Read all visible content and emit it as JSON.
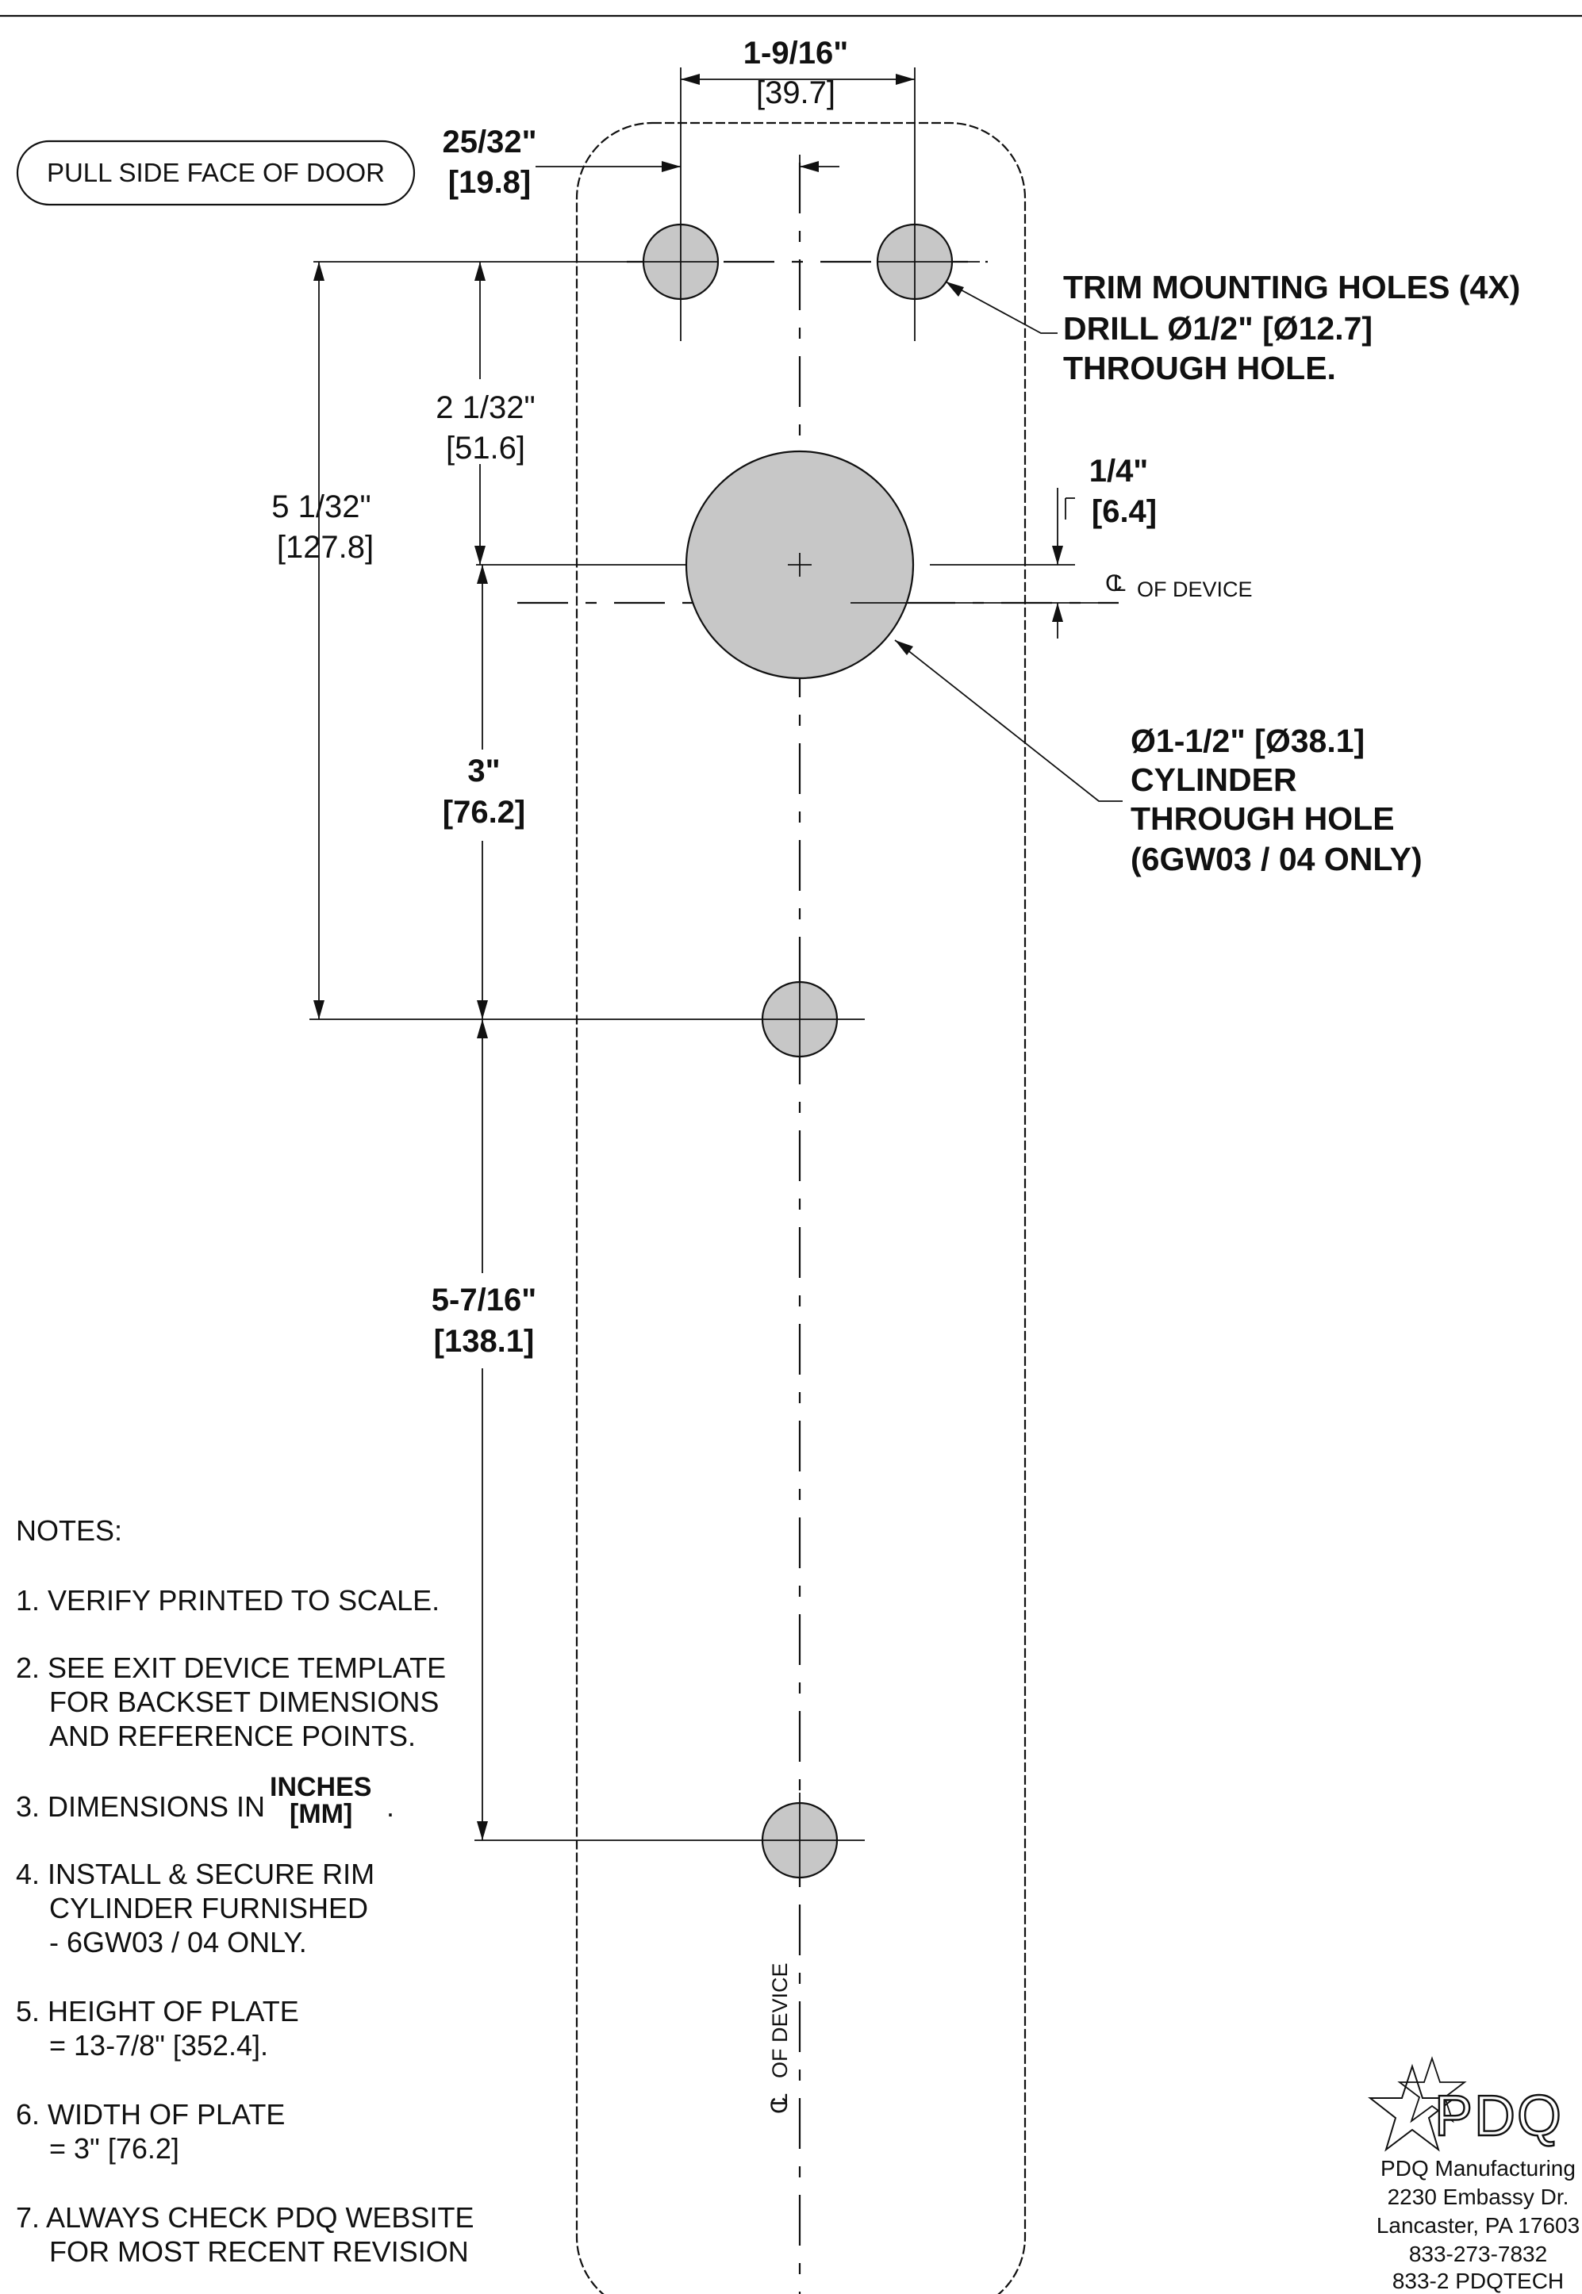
{
  "label_box": "PULL SIDE FACE OF DOOR",
  "dims": {
    "top_width": {
      "in": "1-9/16\"",
      "mm": "[39.7]"
    },
    "half_width": {
      "in": "25/32\"",
      "mm": "[19.8]"
    },
    "upper_spacing": {
      "in": "2 1/32\"",
      "mm": "[51.6]"
    },
    "overall_upper": {
      "in": "5 1/32\"",
      "mm": "[127.8]"
    },
    "cyl_offset": {
      "in": "1/4\"",
      "mm": "[6.4]"
    },
    "cyl_to_mid": {
      "in": "3\"",
      "mm": "[76.2]"
    },
    "mid_to_bottom": {
      "in": "5-7/16\"",
      "mm": "[138.1]"
    }
  },
  "centerline": {
    "symbol": "CL",
    "text": "OF DEVICE"
  },
  "callouts": {
    "trim_holes": [
      "TRIM MOUNTING HOLES (4X)",
      "DRILL Ø1/2\" [Ø12.7]",
      "THROUGH HOLE."
    ],
    "cylinder": [
      "Ø1-1/2\" [Ø38.1]",
      "CYLINDER",
      "THROUGH HOLE",
      "(6GW03 / 04 ONLY)"
    ]
  },
  "notes": {
    "heading": "NOTES:",
    "n1": "1. VERIFY PRINTED TO SCALE.",
    "n2": [
      "2. SEE EXIT DEVICE TEMPLATE",
      "FOR BACKSET DIMENSIONS",
      "AND REFERENCE POINTS."
    ],
    "n3": {
      "lead": "3. DIMENSIONS IN",
      "top": "INCHES",
      "bottom": "[MM]",
      "tail": "."
    },
    "n4": [
      "4. INSTALL & SECURE RIM",
      "CYLINDER FURNISHED",
      "- 6GW03 / 04 ONLY."
    ],
    "n5": [
      "5. HEIGHT OF PLATE",
      "= 13-7/8\" [352.4]."
    ],
    "n6": [
      "6. WIDTH OF PLATE",
      "= 3\" [76.2]"
    ],
    "n7": [
      "7. ALWAYS CHECK PDQ WEBSITE",
      "FOR MOST RECENT REVISION"
    ]
  },
  "company": {
    "logo_text": "PDQ",
    "name": "PDQ Manufacturing",
    "address1": "2230 Embassy Dr.",
    "address2": "Lancaster, PA 17603",
    "phone": "833-273-7832",
    "phone2": "833-2 PDQTECH"
  }
}
